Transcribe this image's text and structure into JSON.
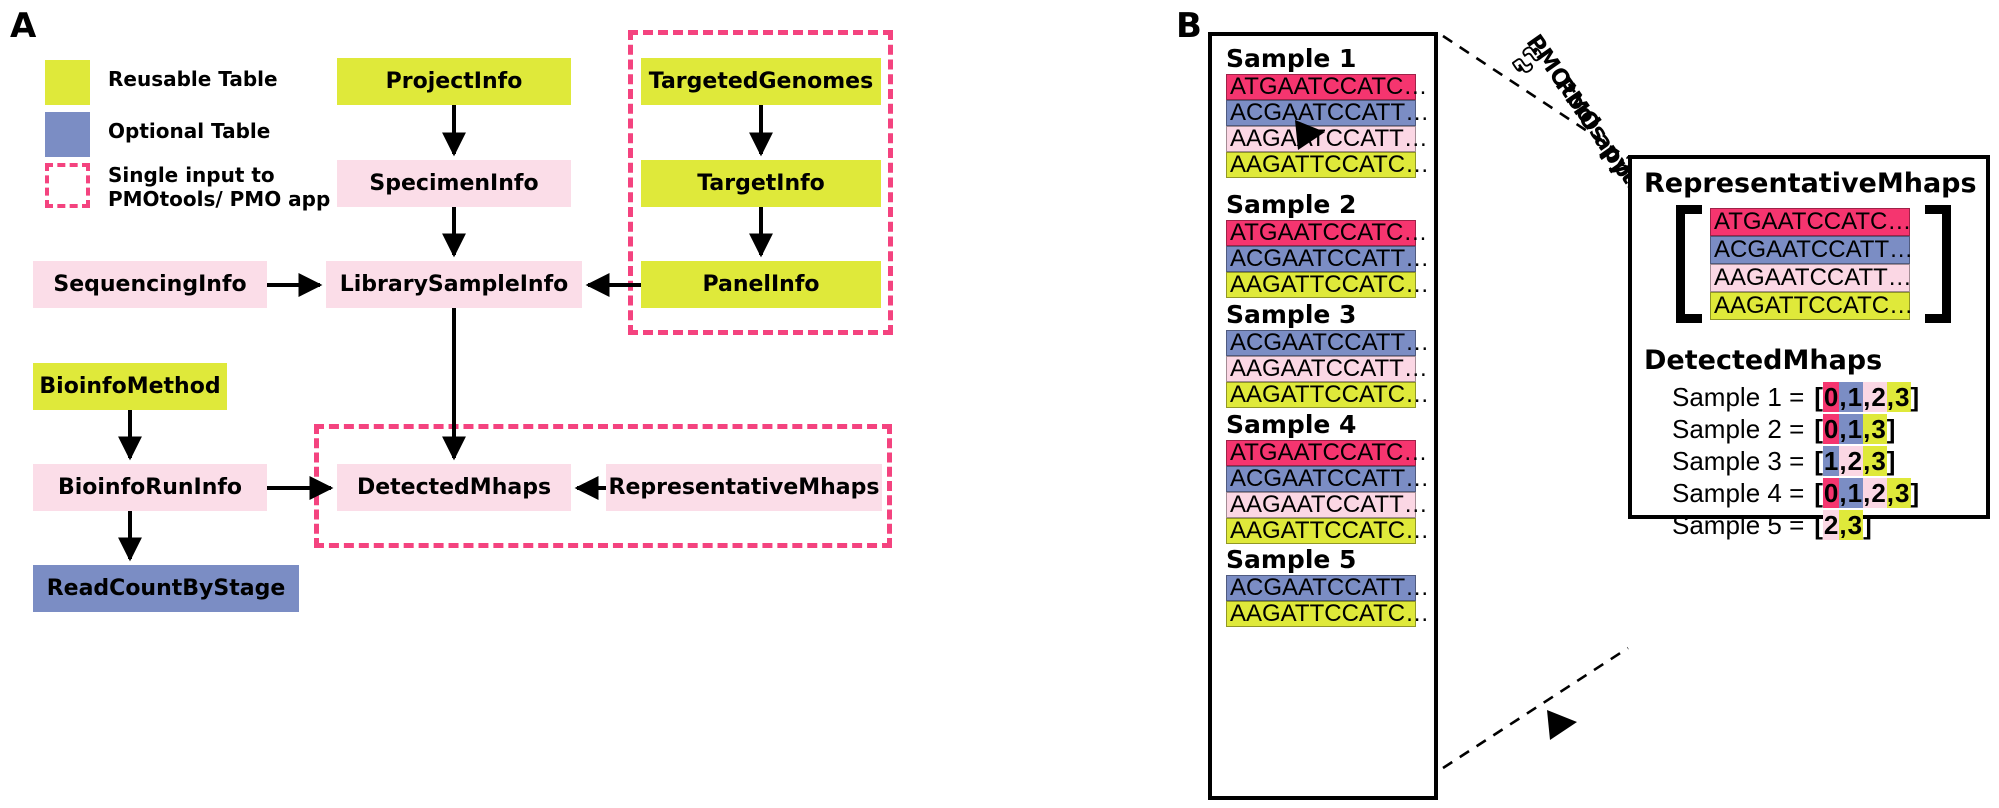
{
  "figure": {
    "panels": [
      {
        "letter": "A"
      },
      {
        "letter": "B"
      }
    ]
  },
  "legend": {
    "items": [
      {
        "swatch": "reusable-table-swatch",
        "label": "Reusable Table",
        "color": "#dfe93a"
      },
      {
        "swatch": "optional-table-swatch",
        "label": "Optional Table",
        "color": "#7b8dc4"
      },
      {
        "swatch": "single-input-swatch",
        "label": "Single input to\nPMOtools/ PMO app",
        "color": "#f4437f"
      }
    ]
  },
  "panel_a": {
    "nodes": [
      {
        "id": "project-info",
        "label": "ProjectInfo",
        "type": "reusable"
      },
      {
        "id": "specimen-info",
        "label": "SpecimenInfo",
        "type": "plain"
      },
      {
        "id": "sequencing-info",
        "label": "SequencingInfo",
        "type": "plain"
      },
      {
        "id": "library-sample-info",
        "label": "LibrarySampleInfo",
        "type": "plain"
      },
      {
        "id": "targeted-genomes",
        "label": "TargetedGenomes",
        "type": "reusable"
      },
      {
        "id": "target-info",
        "label": "TargetInfo",
        "type": "reusable"
      },
      {
        "id": "panel-info",
        "label": "PanelInfo",
        "type": "reusable"
      },
      {
        "id": "bioinfo-method",
        "label": "BioinfoMethod",
        "type": "reusable"
      },
      {
        "id": "bioinfo-run-info",
        "label": "BioinfoRunInfo",
        "type": "plain"
      },
      {
        "id": "read-count-by-stage",
        "label": "ReadCountByStage",
        "type": "optional"
      },
      {
        "id": "detected-mhaps",
        "label": "DetectedMhaps",
        "type": "plain"
      },
      {
        "id": "representative-mhaps",
        "label": "RepresentativeMhaps",
        "type": "plain"
      }
    ],
    "edges": [
      {
        "from": "project-info",
        "to": "specimen-info"
      },
      {
        "from": "specimen-info",
        "to": "library-sample-info"
      },
      {
        "from": "sequencing-info",
        "to": "library-sample-info"
      },
      {
        "from": "panel-info",
        "to": "library-sample-info"
      },
      {
        "from": "targeted-genomes",
        "to": "target-info"
      },
      {
        "from": "target-info",
        "to": "panel-info"
      },
      {
        "from": "bioinfo-method",
        "to": "bioinfo-run-info"
      },
      {
        "from": "bioinfo-run-info",
        "to": "read-count-by-stage"
      },
      {
        "from": "bioinfo-run-info",
        "to": "detected-mhaps"
      },
      {
        "from": "library-sample-info",
        "to": "detected-mhaps"
      },
      {
        "from": "representative-mhaps",
        "to": "detected-mhaps"
      }
    ]
  },
  "panel_b": {
    "samples": [
      {
        "title": "Sample 1",
        "sequences": [
          {
            "text": "ATGAATCCATC…",
            "hap": 0
          },
          {
            "text": "ACGAATCCATT…",
            "hap": 1
          },
          {
            "text": "AAGAATCCATT…",
            "hap": 2
          },
          {
            "text": "AAGATTCCATC…",
            "hap": 3
          }
        ]
      },
      {
        "title": "Sample 2",
        "sequences": [
          {
            "text": "ATGAATCCATC…",
            "hap": 0
          },
          {
            "text": "ACGAATCCATT…",
            "hap": 1
          },
          {
            "text": "AAGATTCCATC…",
            "hap": 3
          }
        ]
      },
      {
        "title": "Sample 3",
        "sequences": [
          {
            "text": "ACGAATCCATT…",
            "hap": 1
          },
          {
            "text": "AAGAATCCATT…",
            "hap": 2
          },
          {
            "text": "AAGATTCCATC…",
            "hap": 3
          }
        ]
      },
      {
        "title": "Sample 4",
        "sequences": [
          {
            "text": "ATGAATCCATC…",
            "hap": 0
          },
          {
            "text": "ACGAATCCATT…",
            "hap": 1
          },
          {
            "text": "AAGAATCCATT…",
            "hap": 2
          },
          {
            "text": "AAGATTCCATC…",
            "hap": 3
          }
        ]
      },
      {
        "title": "Sample 5",
        "sequences": [
          {
            "text": "ACGAATCCATT…",
            "hap": 1
          },
          {
            "text": "AAGATTCCATC…",
            "hap": 3
          }
        ]
      }
    ],
    "transform_label": {
      "line1": "PMOtools-python",
      "line2": "PMO app",
      "icon": "python-logo-icon"
    },
    "representative": {
      "title": "RepresentativeMhaps",
      "sequences": [
        {
          "text": "ATGAATCCATC…",
          "hap": 0
        },
        {
          "text": "ACGAATCCATT…",
          "hap": 1
        },
        {
          "text": "AAGAATCCATT…",
          "hap": 2
        },
        {
          "text": "AAGATTCCATC…",
          "hap": 3
        }
      ]
    },
    "detected": {
      "title": "DetectedMhaps",
      "rows": [
        {
          "label": "Sample 1 =",
          "indices": [
            0,
            1,
            2,
            3
          ]
        },
        {
          "label": "Sample 2 =",
          "indices": [
            0,
            1,
            3
          ]
        },
        {
          "label": "Sample 3 =",
          "indices": [
            1,
            2,
            3
          ]
        },
        {
          "label": "Sample 4 =",
          "indices": [
            0,
            1,
            2,
            3
          ]
        },
        {
          "label": "Sample 5 =",
          "indices": [
            2,
            3
          ]
        }
      ]
    }
  },
  "colors": {
    "reusable": "#dfe93a",
    "optional": "#7b8dc4",
    "plain": "#fbdde8",
    "dashed": "#f4437f",
    "hap0": "#f5356f",
    "hap1": "#7b8dc4",
    "hap2": "#fbd7e4",
    "hap3": "#dfe93a"
  }
}
